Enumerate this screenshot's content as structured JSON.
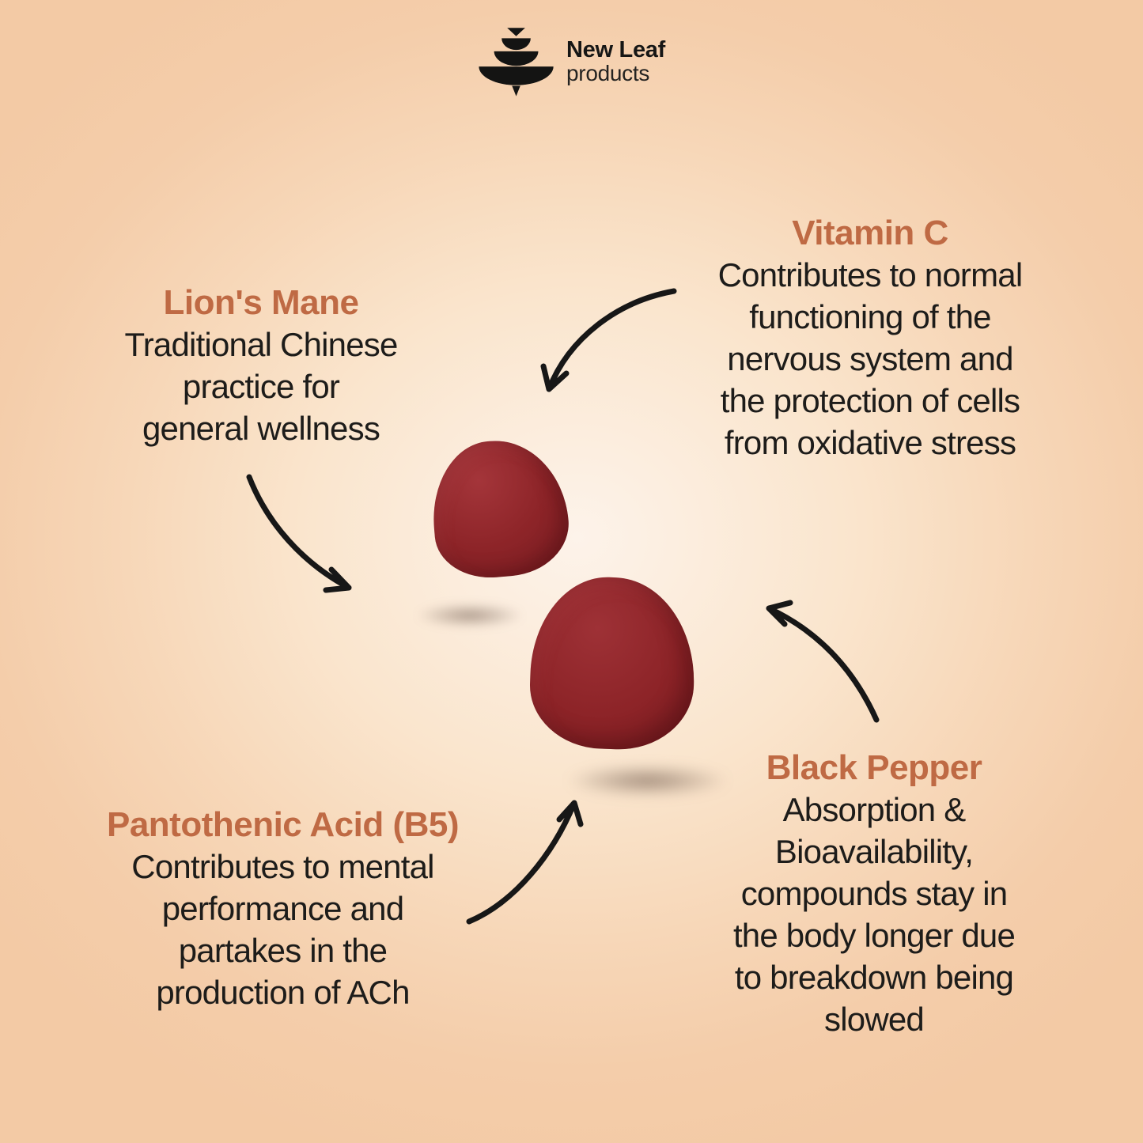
{
  "logo": {
    "name": "New Leaf",
    "subtitle": "products",
    "icon": "tree-logo-icon"
  },
  "palette": {
    "heading_accent": "#bf6a44",
    "body_text": "#1d1c1a",
    "background_center": "#fdf3ea",
    "background_edge": "#f3caa5",
    "gummy_red": "#8c2327",
    "arrow_black": "#171717"
  },
  "callouts": [
    {
      "id": "lions-mane",
      "title": "Lion's Mane",
      "body_lines": [
        "Traditional Chinese",
        "practice for",
        "general wellness"
      ]
    },
    {
      "id": "vitamin-c",
      "title": "Vitamin C",
      "body_lines": [
        "Contributes to normal",
        "functioning of the",
        "nervous system and",
        "the protection of cells",
        "from oxidative stress"
      ]
    },
    {
      "id": "pantothenic-acid-b5",
      "title": "Pantothenic Acid (B5)",
      "body_lines": [
        "Contributes to mental",
        "performance and",
        "partakes in the",
        "production of ACh"
      ]
    },
    {
      "id": "black-pepper",
      "title": "Black Pepper",
      "body_lines": [
        "Absorption &",
        "Bioavailability,",
        "compounds stay in",
        "the body longer due",
        "to breakdown being",
        "slowed"
      ]
    }
  ]
}
